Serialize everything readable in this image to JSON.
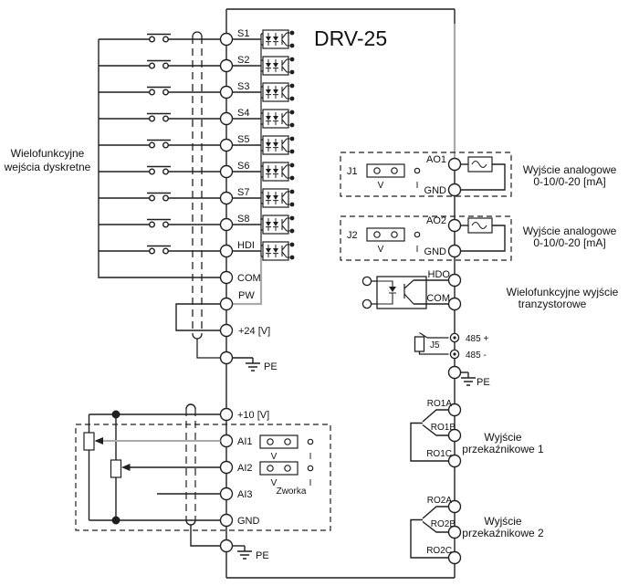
{
  "title": "DRV-25",
  "colors": {
    "line": "#1f1f1f",
    "gray": "#aaaaaa"
  },
  "annotations": {
    "inputs_line1": "Wielofunkcyjne",
    "inputs_line2": "wejścia dyskretne",
    "analog1_line1": "Wyjście analogowe",
    "analog1_line2": "0-10/0-20 [mA]",
    "analog2_line1": "Wyjście analogowe",
    "analog2_line2": "0-10/0-20 [mA]",
    "transistor_line1": "Wielofunkcyjne wyjście",
    "transistor_line2": "tranzystorowe",
    "relay1_line1": "Wyjście",
    "relay1_line2": "przekaźnikowe 1",
    "relay2_line1": "Wyjście",
    "relay2_line2": "przekaźnikowe 2"
  },
  "terminals": {
    "left": [
      "S1",
      "S2",
      "S3",
      "S4",
      "S5",
      "S6",
      "S7",
      "S8",
      "HDI",
      "COM",
      "PW",
      "+24 [V]",
      "PE",
      "+10 [V]",
      "AI1",
      "AI2",
      "AI3",
      "GND",
      "PE"
    ],
    "right": [
      "AO1",
      "GND",
      "AO2",
      "GND",
      "HDO",
      "COM",
      "485 +",
      "485 -",
      "PE",
      "RO1A",
      "RO1B",
      "RO1C",
      "RO2A",
      "RO2B",
      "RO2C"
    ]
  },
  "jumpers": {
    "j1": "J1",
    "j2": "J2",
    "j5": "J5",
    "v": "V",
    "i": "I",
    "zworka": "Zworka"
  }
}
